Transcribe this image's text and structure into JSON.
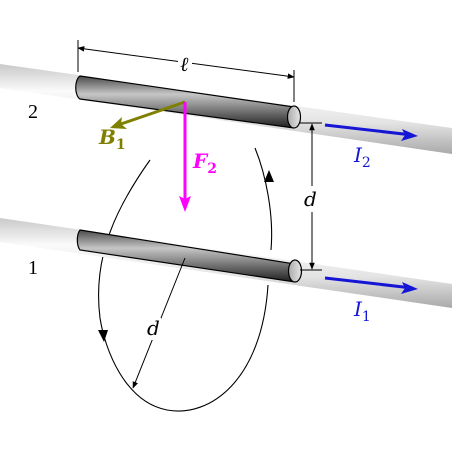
{
  "labels": {
    "length": "ℓ",
    "wire_top": "2",
    "wire_bottom": "1",
    "field_base": "B",
    "field_sub": "1",
    "force_base": "F",
    "force_sub": "2",
    "current_top_base": "I",
    "current_top_sub": "2",
    "current_bottom_base": "I",
    "current_bottom_sub": "1",
    "separation": "d",
    "radius": "d"
  },
  "colors": {
    "current": "#1515d6",
    "field": "#808000",
    "force": "#ff00ff",
    "line": "#000000"
  }
}
